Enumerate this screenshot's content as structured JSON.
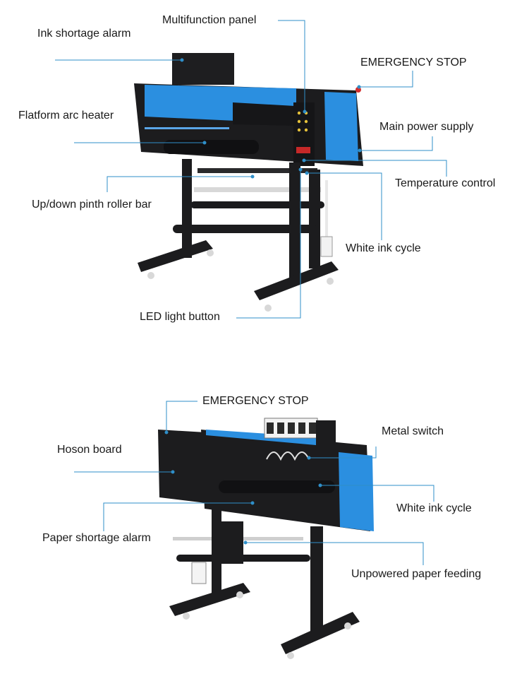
{
  "top_diagram": {
    "labels": {
      "multifunction_panel": "Multifunction panel",
      "ink_shortage_alarm": "Ink shortage alarm",
      "emergency_stop": "EMERGENCY STOP",
      "flatform_arc_heater": "Flatform arc heater",
      "main_power_supply": "Main power supply",
      "temperature_control": "Temperature control",
      "up_down_pinth_roller_bar": "Up/down pinth roller bar",
      "white_ink_cycle": "White ink cycle",
      "led_light_button": "LED light button"
    }
  },
  "bottom_diagram": {
    "labels": {
      "emergency_stop": "EMERGENCY STOP",
      "hoson_board": "Hoson board",
      "metal_switch": "Metal switch",
      "white_ink_cycle": "White ink cycle",
      "paper_shortage_alarm": "Paper shortage alarm",
      "unpowered_paper_feeding": "Unpowered paper feeding"
    }
  },
  "colors": {
    "leader_line": "#2f8fc9",
    "machine_body": "#1c1c1e",
    "machine_panel": "#2b8fe0",
    "label_text": "#1a1a1a"
  }
}
